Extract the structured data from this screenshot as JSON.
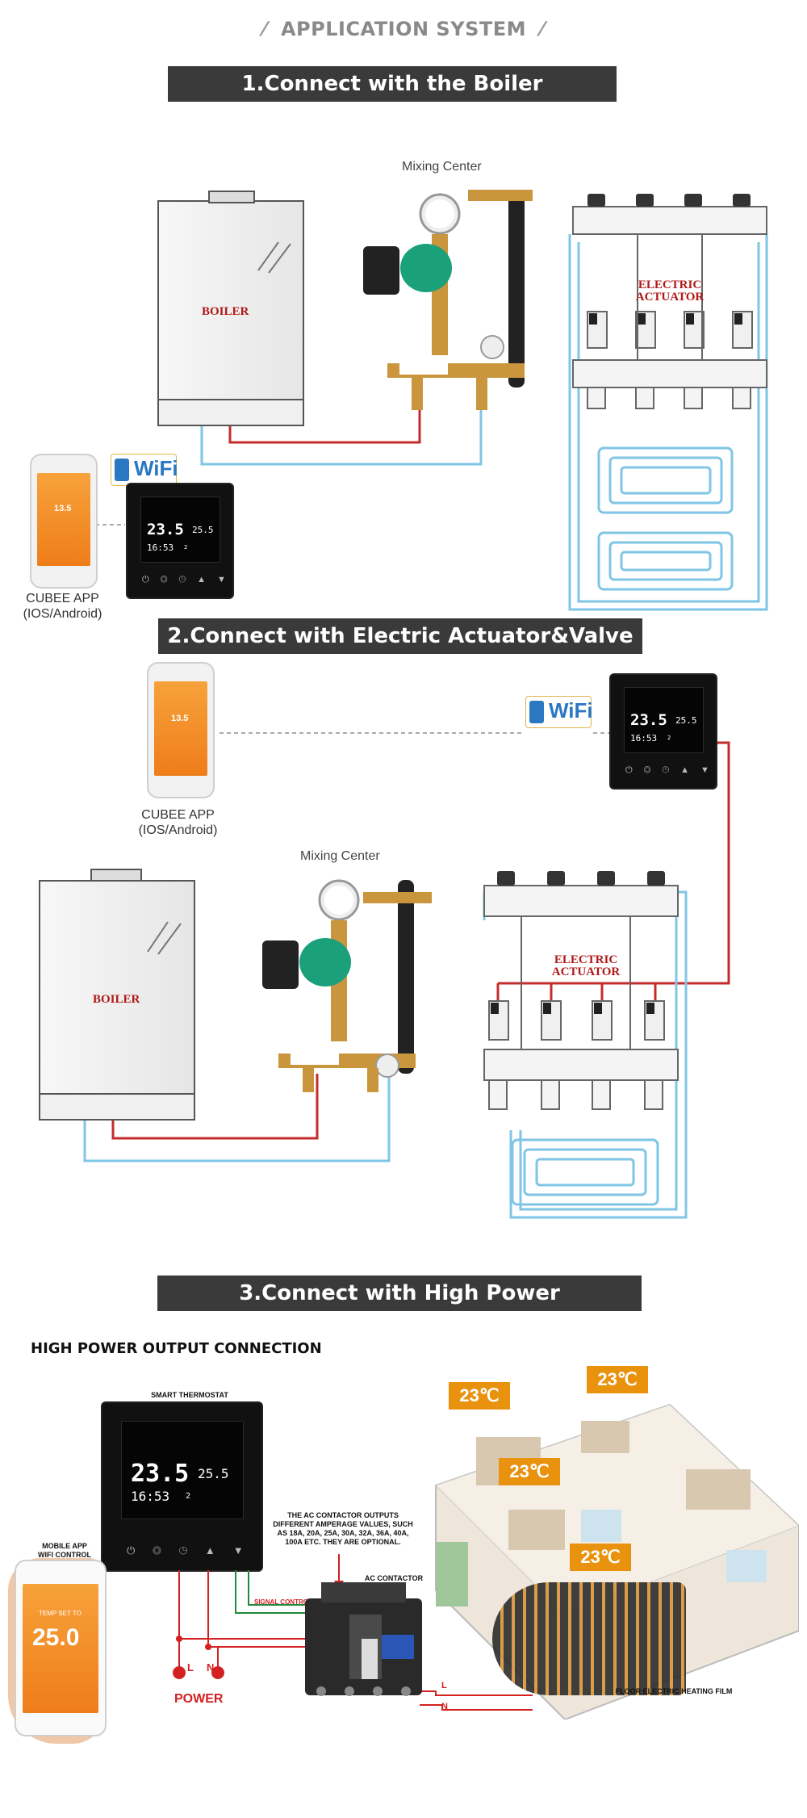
{
  "title": "APPLICATION SYSTEM",
  "sections": {
    "s1": "1.Connect with the Boiler",
    "s2": "2.Connect with Electric Actuator&Valve",
    "s3": "3.Connect with High Power"
  },
  "labels": {
    "mixing_center": "Mixing Center",
    "boiler": "BOILER",
    "electric_actuator": "ELECTRIC ACTUATOR",
    "wifi": "WiFi",
    "app_name": "CUBEE APP",
    "app_platform": "(IOS/Android)"
  },
  "thermostat": {
    "temp": "23.5",
    "unit": "°C",
    "set_temp": "25.5",
    "time": "16:53",
    "day": "2",
    "phone_temp": "13.5"
  },
  "high_power": {
    "heading": "HIGH POWER OUTPUT CONNECTION",
    "smart_thermostat": "SMART THERMOSTAT",
    "contactor_note": "THE AC CONTACTOR OUTPUTS DIFFERENT AMPERAGE VALUES, SUCH AS 18A, 20A, 25A, 30A, 32A, 36A, 40A, 100A ETC. THEY ARE OPTIONAL.",
    "ac_contactor": "AC CONTACTOR",
    "signal_control": "SIGNAL CONTROL OUTPUT",
    "mobile_app": "MOBILE APP WIFI CONTROL",
    "power": "POWER",
    "L": "L",
    "N": "N",
    "floor_film": "FLOOR ELECTRIC HEATING FILM",
    "room_temp": "23℃",
    "phone_big": "25.0",
    "phone_caption": "TEMP SET TO"
  },
  "colors": {
    "pipe_red": "#c42c2c",
    "pipe_blue": "#7fc6e6",
    "bar_bg": "#3a3a3a",
    "badge": "#e8920d"
  }
}
